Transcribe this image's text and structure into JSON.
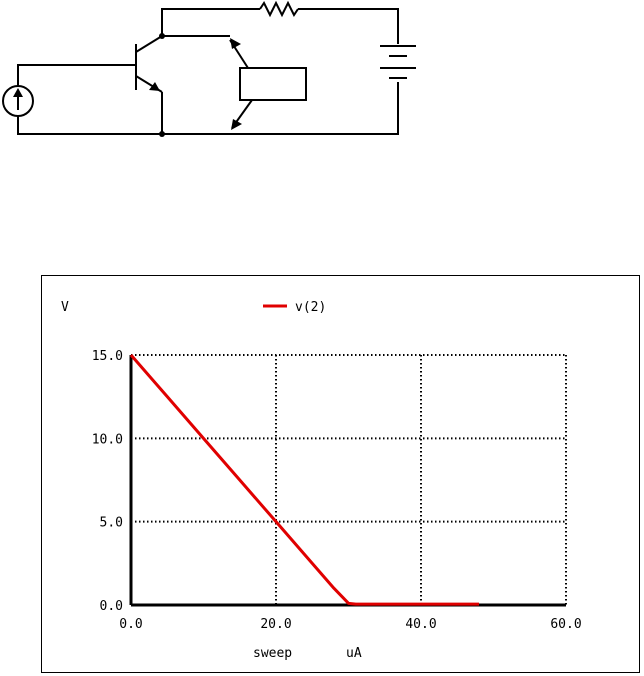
{
  "chart_data": {
    "type": "line",
    "ylabel": "V",
    "xlabel": "sweep",
    "xunit": "uA",
    "xlim": [
      0,
      60
    ],
    "ylim": [
      0,
      15
    ],
    "xticks": [
      0,
      20,
      40,
      60
    ],
    "yticks": [
      0,
      5,
      10,
      15
    ],
    "xtick_labels": [
      "0.0",
      "20.0",
      "40.0",
      "60.0"
    ],
    "ytick_labels": [
      "0.0",
      "5.0",
      "10.0",
      "15.0"
    ],
    "grid": true,
    "legend": "top-center",
    "series": [
      {
        "name": "v(2)",
        "color": "#e00000",
        "x": [
          0,
          5,
          10,
          15,
          20,
          25,
          28,
          30,
          31,
          35,
          40,
          45,
          48
        ],
        "y": [
          15,
          12.5,
          10,
          7.5,
          5,
          2.5,
          1,
          0.1,
          0.05,
          0.05,
          0.05,
          0.05,
          0.05
        ]
      }
    ]
  },
  "circuit": {
    "components": [
      "current-source",
      "npn-transistor",
      "resistor",
      "battery",
      "measurement-box"
    ]
  }
}
